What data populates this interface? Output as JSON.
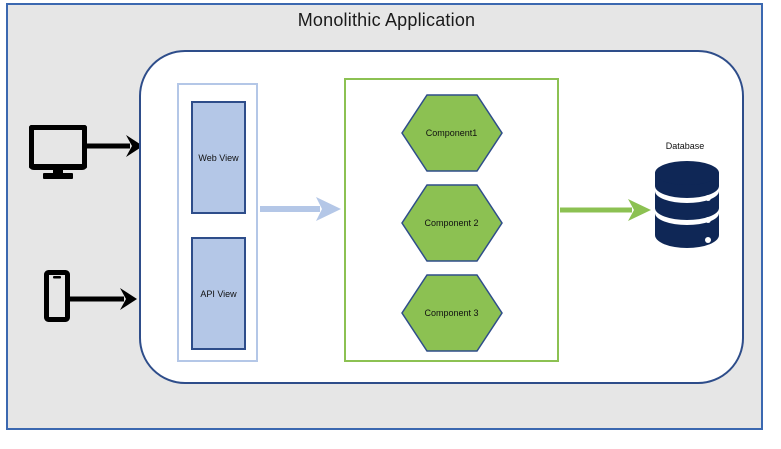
{
  "diagram": {
    "title": "Monolithic Application",
    "background_color": "#e6e6e6",
    "border_color": "#3b68b0",
    "monolith_border_color": "#2e4d8a"
  },
  "clients": [
    {
      "icon": "desktop-monitor-icon",
      "arrow": "black-arrow-right"
    },
    {
      "icon": "mobile-phone-icon",
      "arrow": "black-arrow-right"
    }
  ],
  "views": {
    "container_border_color": "#b4c7e7",
    "fill_color": "#b4c7e7",
    "border_color": "#2e4d8a",
    "items": [
      {
        "label": "Web View"
      },
      {
        "label": "API View"
      }
    ]
  },
  "flow_arrows": {
    "views_to_components": {
      "name": "blue-arrow-right",
      "color": "#b4c7e7"
    },
    "components_to_database": {
      "name": "green-arrow-right",
      "color": "#8cc152"
    }
  },
  "components": {
    "container_border_color": "#8cc152",
    "fill_color": "#8cc152",
    "border_color": "#2e4d8a",
    "items": [
      {
        "label": "Component1"
      },
      {
        "label": "Component 2"
      },
      {
        "label": "Component 3"
      }
    ]
  },
  "database": {
    "label": "Database",
    "icon": "database-cylinder-icon",
    "color": "#0f2756"
  }
}
